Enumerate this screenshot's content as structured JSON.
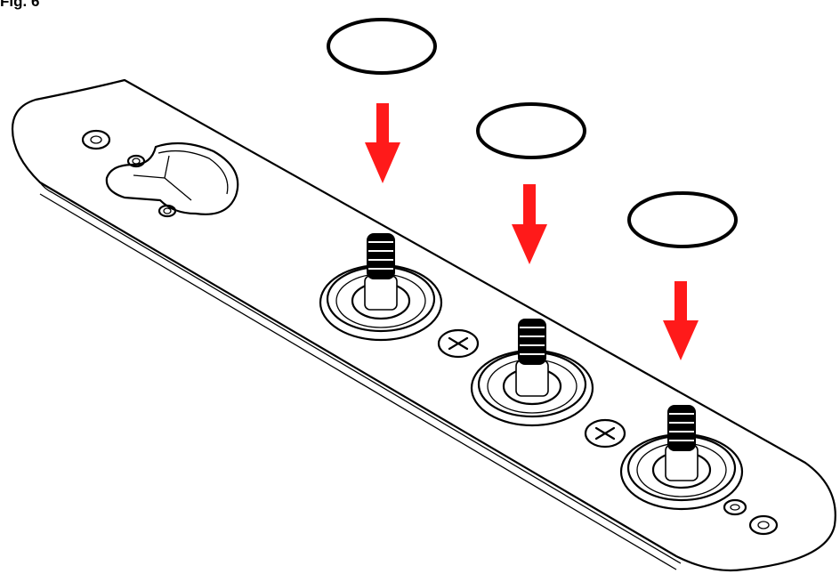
{
  "figure": {
    "label": "Fig. 6"
  },
  "colors": {
    "arrow": "#ff1a1a",
    "line": "#000000",
    "background": "#ffffff"
  },
  "parts": {
    "o_ring_count": 3,
    "switch_count": 3,
    "screw_count": 2
  }
}
